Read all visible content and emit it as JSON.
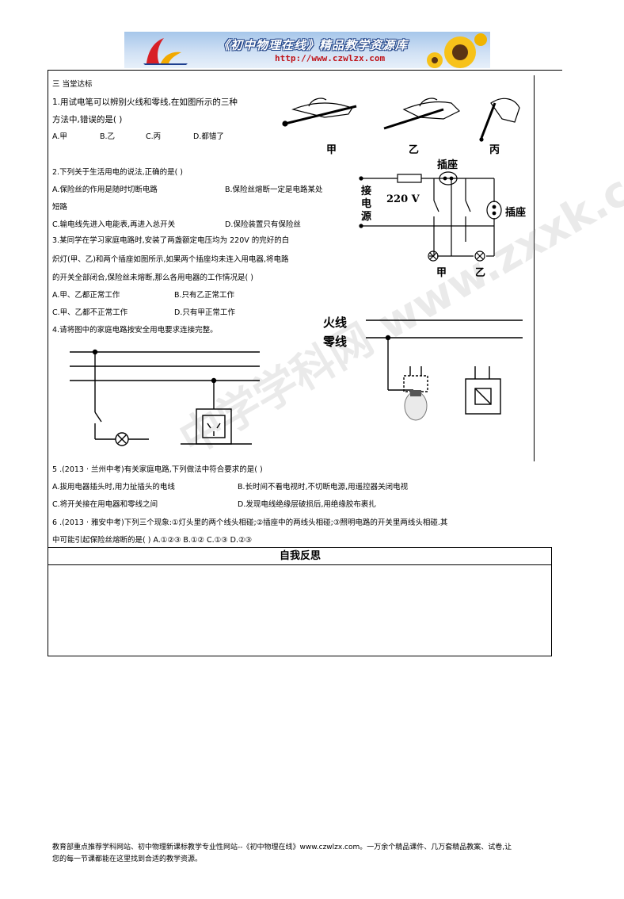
{
  "header": {
    "title": "《初中物理在线》精品教学资源库",
    "url": "http://www.czwlzx.com"
  },
  "section": {
    "title": "三 当堂达标"
  },
  "q1": {
    "line1": "1.用试电笔可以辨别火线和零线,在如图所示的三种",
    "line2": "方法中,错误的是(      )",
    "options": [
      "A.甲",
      "B.乙",
      "C.丙",
      "D.都错了"
    ],
    "fig_labels": [
      "甲",
      "乙",
      "丙"
    ]
  },
  "q2": {
    "line1": "2.下列关于生活用电的说法,正确的是(      )",
    "optA": "A.保险丝的作用是随时切断电路",
    "optB": "B.保险丝熔断一定是电路某处",
    "optB2": "短路",
    "optC": "C.输电线先进入电能表,再进入总开关",
    "optD": "D.保险装置只有保险丝"
  },
  "q3": {
    "line1": "3.某同学在学习家庭电路时,安装了两盏额定电压均为 220V 的完好的白",
    "line2": "炽灯(甲、乙)和两个插座如图所示,如果两个插座均未连入用电器,将电路",
    "line3": "的开关全部闭合,保险丝未熔断,那么各用电器的工作情况是(      )",
    "optA": "A.甲、乙都正常工作",
    "optB": "B.只有乙正常工作",
    "optC": "C.甲、乙都不正常工作",
    "optD": "D.只有甲正常工作"
  },
  "circuit": {
    "socket": "插座",
    "socket2": "插座",
    "source": [
      "接",
      "电",
      "源"
    ],
    "voltage": "220 V",
    "lamp1": "甲",
    "lamp2": "乙"
  },
  "q4": {
    "line1": "4.请将图中的家庭电路按安全用电要求连接完整。",
    "live": "火线",
    "neutral": "零线"
  },
  "q5": {
    "line1": "5   .(2013 · 兰州中考)有关家庭电路,下列做法中符合要求的是(      )",
    "optA": "A.拔用电器插头时,用力扯插头的电线",
    "optB": "B.长时间不看电视时,不切断电源,用遥控器关闭电视",
    "optC": "C.将开关接在用电器和零线之间",
    "optD": "D.发现电线绝缘层破损后,用绝缘胶布裹扎"
  },
  "q6": {
    "line1": "6 .(2013 · 雅安中考)下列三个现象:①灯头里的两个线头相碰;②插座中的两线头相碰;③照明电路的开关里两线头相碰.其",
    "line2": "中可能引起保险丝熔断的是(      )        A.①②③          B.①②          C.①③          D.②③"
  },
  "reflection": {
    "title": "自我反思"
  },
  "footer": {
    "line1": "教育部重点推荐学科网站、初中物理新课标教学专业性网站--《初中物理在线》www.czwlzx.com。一万余个精品课件、几万套精品教案、试卷,让",
    "line2": "您的每一节课都能在这里找到合适的教学资源。"
  },
  "watermark": "中学学科网 www.zxxk.com"
}
